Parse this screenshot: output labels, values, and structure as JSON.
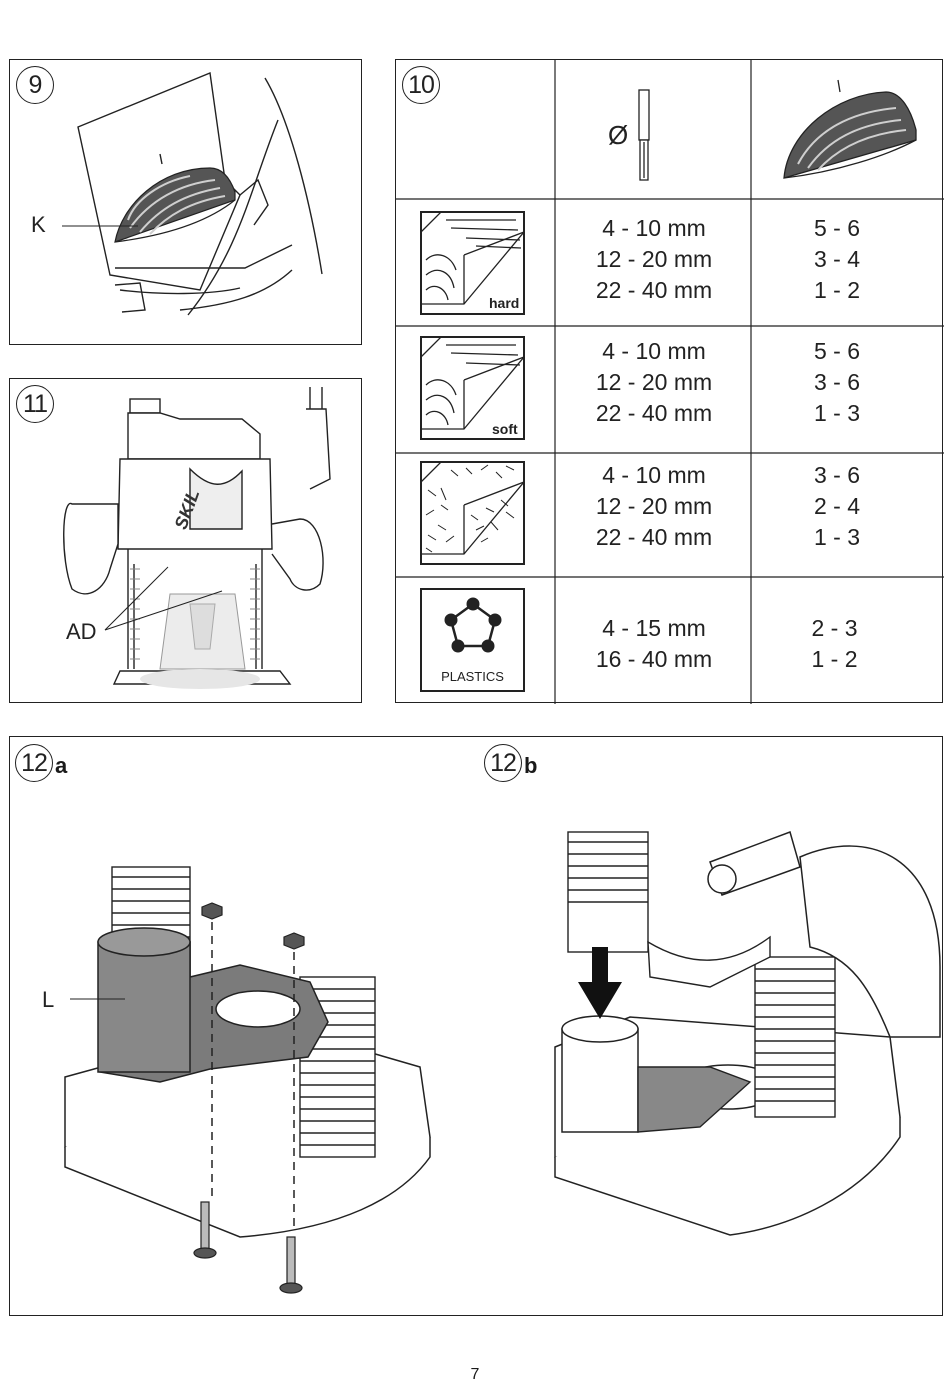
{
  "fig9": {
    "number": "9",
    "label_k": "K"
  },
  "fig10": {
    "number": "10",
    "diameter_symbol": "Ø",
    "rows": [
      {
        "material": "hard",
        "diameters": [
          "4 - 10 mm",
          "12 - 20 mm",
          "22 - 40 mm"
        ],
        "settings": [
          "5 - 6",
          "3 - 4",
          "1 - 2"
        ]
      },
      {
        "material": "soft",
        "diameters": [
          "4 - 10 mm",
          "12 - 20 mm",
          "22 - 40 mm"
        ],
        "settings": [
          "5 - 6",
          "3 - 6",
          "1 - 3"
        ]
      },
      {
        "material": "",
        "diameters": [
          "4 - 10 mm",
          "12 - 20 mm",
          "22 - 40 mm"
        ],
        "settings": [
          "3 - 6",
          "2 - 4",
          "1 - 3"
        ]
      },
      {
        "material": "PLASTICS",
        "diameters": [
          "4 - 15 mm",
          "16 - 40 mm"
        ],
        "settings": [
          "2 - 3",
          "1 - 2"
        ]
      }
    ]
  },
  "fig11": {
    "number": "11",
    "label_ad": "AD",
    "brand": "SKIL"
  },
  "fig12a": {
    "number": "12",
    "suffix": "a",
    "label_l": "L"
  },
  "fig12b": {
    "number": "12",
    "suffix": "b"
  },
  "page_number": "7"
}
